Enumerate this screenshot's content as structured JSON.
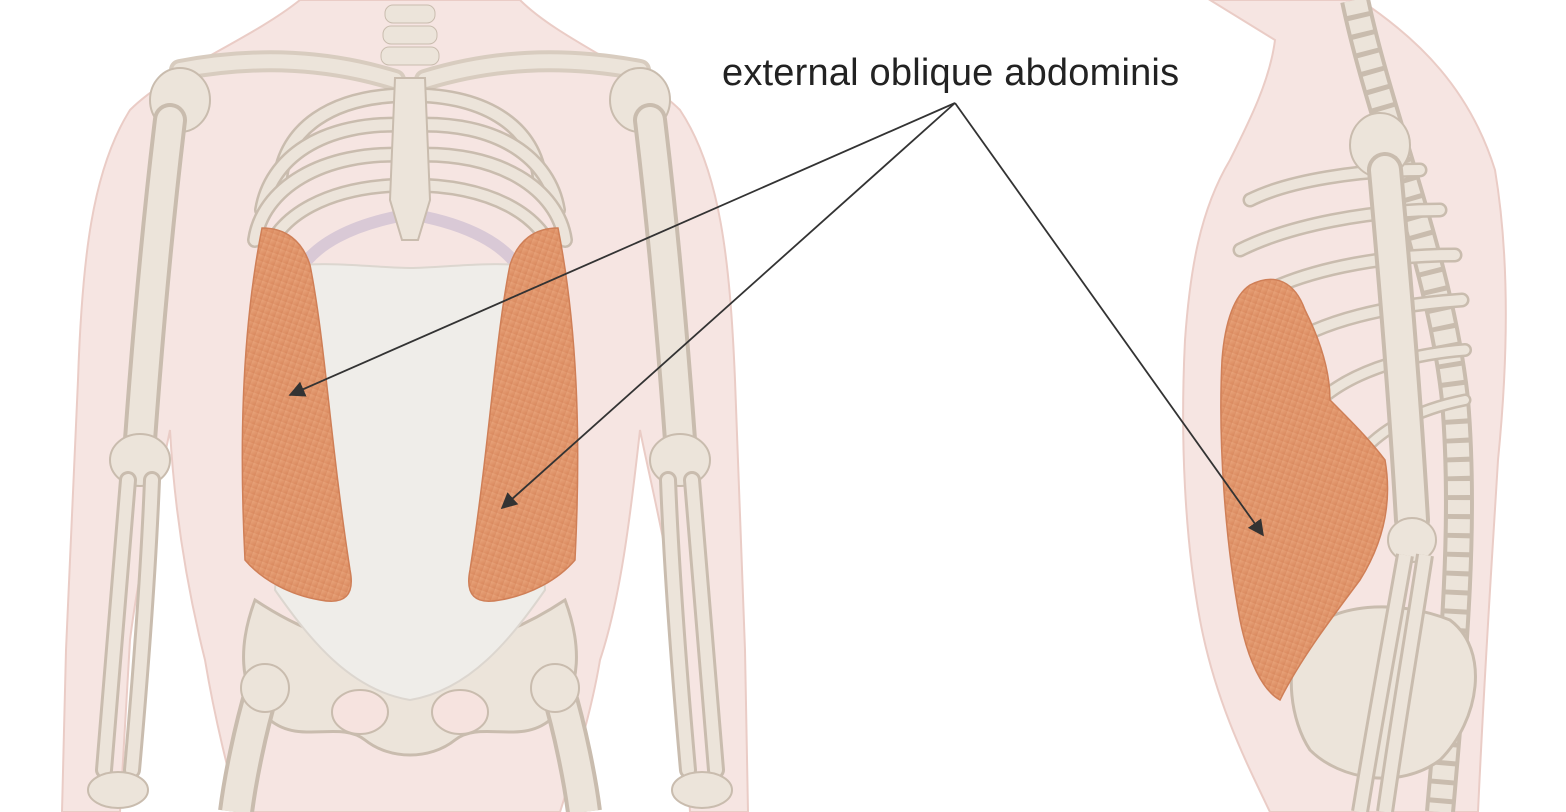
{
  "diagram": {
    "label": "external oblique abdominis",
    "colors": {
      "background": "#ffffff",
      "bone": "#e9e1d8",
      "bone_shadow": "#c9bcae",
      "skin": "#f6e3df",
      "skin_edge": "#e8c7c0",
      "muscle": "#e39c72",
      "muscle_dark": "#cf7f57",
      "aponeurosis": "#efede9",
      "line": "#333333"
    },
    "views": [
      {
        "name": "anterior-view"
      },
      {
        "name": "lateral-view"
      }
    ]
  }
}
